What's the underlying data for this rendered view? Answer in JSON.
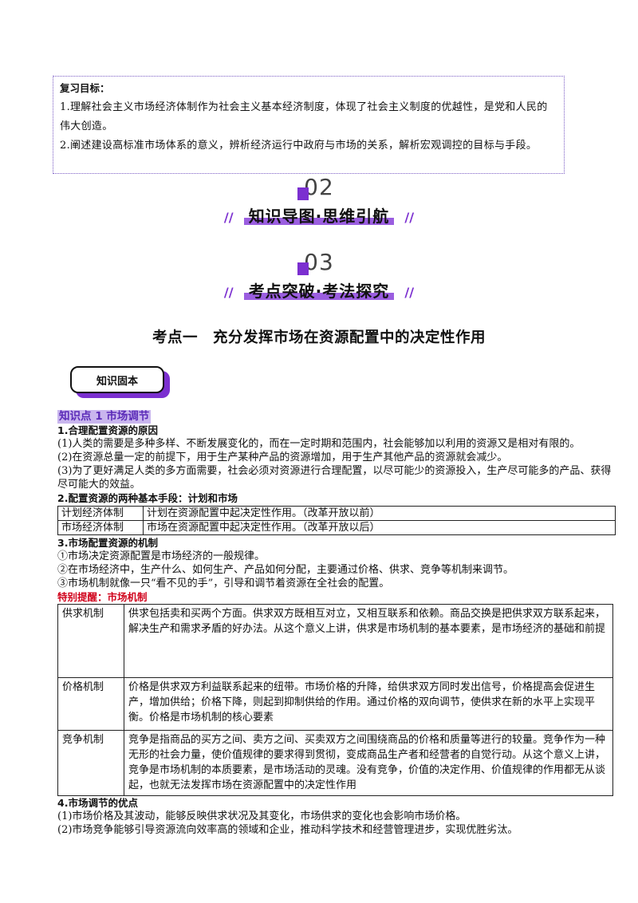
{
  "goals": {
    "title": "复习目标：",
    "items": [
      "1.理解社会主义市场经济体制作为社会主义基本经济制度，体现了社会主义制度的优越性，是党和人民的伟大创造。",
      "2.阐述建设高标准市场体系的意义，辨析经济运行中政府与市场的关系，解析宏观调控的目标与手段。"
    ]
  },
  "banner1": {
    "num": "02",
    "title": "知识导图·思维引航"
  },
  "banner2": {
    "num": "03",
    "title": "考点突破·考法探究"
  },
  "topic_title": "考点一　充分发挥市场在资源配置中的决定性作用",
  "badge": "知识固本",
  "kp1": "知识点 1  市场调节",
  "s1": {
    "heading": "1.合理配置资源的原因",
    "l1": "(1)人类的需要是多种多样、不断发展变化的，而在一定时期和范围内，社会能够加以利用的资源又是相对有限的。",
    "l2": "(2)在资源总量一定的前提下，用于生产某种产品的资源增加，用于生产其他产品的资源就会减少。",
    "l3": "(3)为了更好满足人类的多方面需要，社会必须对资源进行合理配置，以尽可能少的资源投入，生产尽可能多的产品、获得尽可能大的效益。"
  },
  "s2": {
    "heading": "2.配置资源的两种基本手段：计划和市场",
    "rows": [
      {
        "k": "计划经济体制",
        "v": "计划在资源配置中起决定性作用。（改革开放以前）"
      },
      {
        "k": "市场经济体制",
        "v": "市场在资源配置中起决定性作用。（改革开放以后）"
      }
    ]
  },
  "s3": {
    "heading": "3.市场配置资源的机制",
    "l1": "①市场决定资源配置是市场经济的一般规律。",
    "l2": "②在市场经济中，生产什么、如何生产、产品如何分配，主要通过价格、供求、竞争等机制来调节。",
    "l3": "③市场机制就像一只“看不见的手”，引导和调节着资源在全社会的配置。"
  },
  "alert": "特别提醒：市场机制",
  "mech": [
    {
      "k": "供求机制",
      "v": "供求包括卖和买两个方面。供求双方既相互对立，又相互联系和依赖。商品交换是把供求双方联系起来，解决生产和需求矛盾的好办法。从这个意义上讲，供求是市场机制的基本要素，是市场经济的基础和前提"
    },
    {
      "k": "价格机制",
      "v": "价格是供求双方利益联系起来的纽带。市场价格的升降，给供求双方同时发出信号，价格提高会促进生产，增加供给；价格下降，则起到抑制供给的作用。通过价格的双向调节，使供求在新的水平上实现平衡。价格是市场机制的核心要素"
    },
    {
      "k": "竞争机制",
      "v": "竞争是指商品的买方之间、卖方之间、买卖双方之间围绕商品的价格和质量等进行的较量。竞争作为一种无形的社会力量，使价值规律的要求得到贯彻，变成商品生产者和经营者的自觉行动。从这个意义上讲，竞争是市场机制的本质要素，是市场活动的灵魂。没有竞争，价值的决定作用、价值规律的作用都无从谈起，也就无法发挥市场在资源配置中的决定性作用"
    }
  ],
  "s4": {
    "heading": "4.市场调节的优点",
    "l1": "(1)市场价格及其波动，能够反映供求状况及其变化，市场供求的变化也会影响市场价格。",
    "l2": "(2)市场竞争能够引导资源流向效率高的领域和企业，推动科学技术和经营管理进步，实现优胜劣汰。"
  }
}
